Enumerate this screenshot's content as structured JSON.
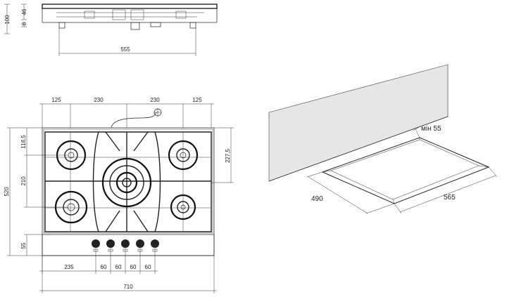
{
  "side_view": {
    "dims": {
      "height_total": "100",
      "height_top": "46",
      "height_small": "8",
      "width": "555"
    }
  },
  "top_view": {
    "dims": {
      "burner_spacing": [
        "125",
        "230",
        "230",
        "125"
      ],
      "depth_top": "118,5",
      "depth_mid": "210",
      "depth_total": "520",
      "depth_right": "227,5",
      "panel_depth": "55",
      "knob_offset": "235",
      "knob_spacing": [
        "60",
        "60",
        "60",
        "60"
      ],
      "width_total": "710"
    }
  },
  "cutout": {
    "dims": {
      "min_gap": "мін 55",
      "depth": "490",
      "width": "565"
    }
  },
  "colors": {
    "line": "#222222",
    "wall": "#e6e6e6",
    "panel": "#dcdcdc"
  }
}
